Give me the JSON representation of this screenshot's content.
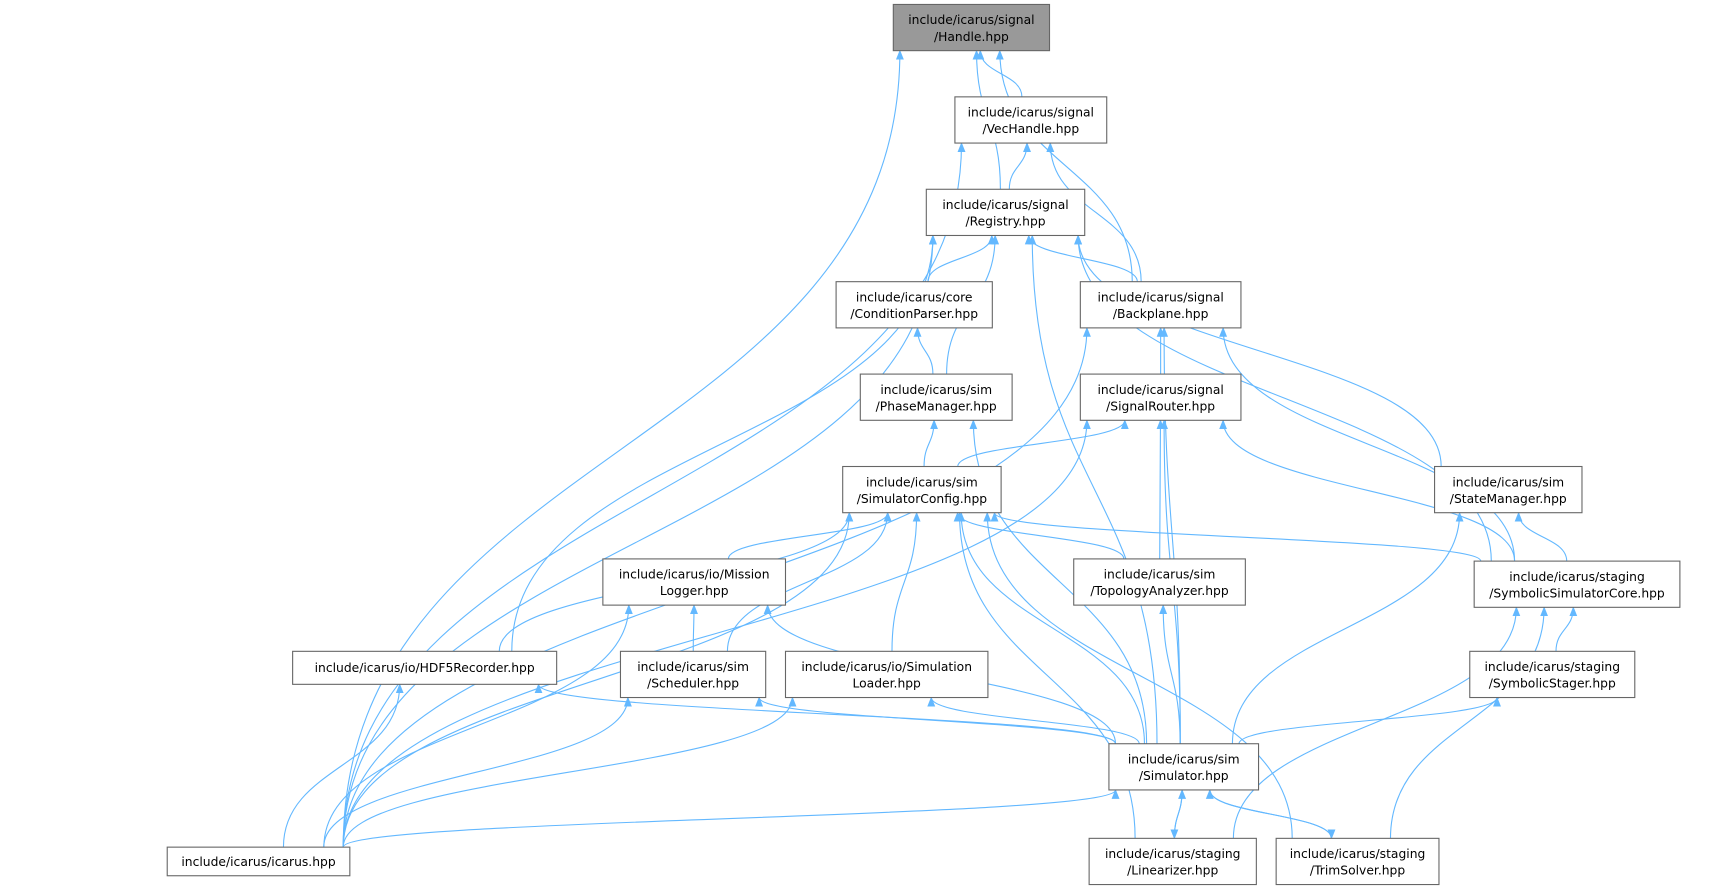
{
  "graph": {
    "nodes": [
      {
        "id": "handle",
        "lines": [
          "include/icarus/signal",
          "/Handle.hpp"
        ],
        "current": true
      },
      {
        "id": "vechandle",
        "lines": [
          "include/icarus/signal",
          "/VecHandle.hpp"
        ]
      },
      {
        "id": "registry",
        "lines": [
          "include/icarus/signal",
          "/Registry.hpp"
        ]
      },
      {
        "id": "condparser",
        "lines": [
          "include/icarus/core",
          "/ConditionParser.hpp"
        ]
      },
      {
        "id": "backplane",
        "lines": [
          "include/icarus/signal",
          "/Backplane.hpp"
        ]
      },
      {
        "id": "phasemgr",
        "lines": [
          "include/icarus/sim",
          "/PhaseManager.hpp"
        ]
      },
      {
        "id": "sigrouter",
        "lines": [
          "include/icarus/signal",
          "/SignalRouter.hpp"
        ]
      },
      {
        "id": "simconfig",
        "lines": [
          "include/icarus/sim",
          "/SimulatorConfig.hpp"
        ]
      },
      {
        "id": "statemgr",
        "lines": [
          "include/icarus/sim",
          "/StateManager.hpp"
        ]
      },
      {
        "id": "missionlog",
        "lines": [
          "include/icarus/io/Mission",
          "Logger.hpp"
        ]
      },
      {
        "id": "topology",
        "lines": [
          "include/icarus/sim",
          "/TopologyAnalyzer.hpp"
        ]
      },
      {
        "id": "symcore",
        "lines": [
          "include/icarus/staging",
          "/SymbolicSimulatorCore.hpp"
        ]
      },
      {
        "id": "hdf5",
        "lines": [
          "include/icarus/io/HDF5Recorder.hpp"
        ]
      },
      {
        "id": "scheduler",
        "lines": [
          "include/icarus/sim",
          "/Scheduler.hpp"
        ]
      },
      {
        "id": "simloader",
        "lines": [
          "include/icarus/io/Simulation",
          "Loader.hpp"
        ]
      },
      {
        "id": "symstager",
        "lines": [
          "include/icarus/staging",
          "/SymbolicStager.hpp"
        ]
      },
      {
        "id": "simulator",
        "lines": [
          "include/icarus/sim",
          "/Simulator.hpp"
        ]
      },
      {
        "id": "icarus",
        "lines": [
          "include/icarus/icarus.hpp"
        ]
      },
      {
        "id": "linearizer",
        "lines": [
          "include/icarus/staging",
          "/Linearizer.hpp"
        ]
      },
      {
        "id": "trimsolver",
        "lines": [
          "include/icarus/staging",
          "/TrimSolver.hpp"
        ]
      }
    ],
    "edges": [
      [
        "vechandle",
        "handle"
      ],
      [
        "registry",
        "handle"
      ],
      [
        "backplane",
        "handle"
      ],
      [
        "icarus",
        "handle"
      ],
      [
        "registry",
        "vechandle"
      ],
      [
        "backplane",
        "vechandle"
      ],
      [
        "icarus",
        "vechandle"
      ],
      [
        "condparser",
        "registry"
      ],
      [
        "backplane",
        "registry"
      ],
      [
        "phasemgr",
        "registry"
      ],
      [
        "hdf5",
        "registry"
      ],
      [
        "statemgr",
        "registry"
      ],
      [
        "symcore",
        "registry"
      ],
      [
        "simulator",
        "registry"
      ],
      [
        "icarus",
        "registry"
      ],
      [
        "phasemgr",
        "condparser"
      ],
      [
        "sigrouter",
        "backplane"
      ],
      [
        "icarus",
        "backplane"
      ],
      [
        "simulator",
        "backplane"
      ],
      [
        "symcore",
        "backplane"
      ],
      [
        "simconfig",
        "phasemgr"
      ],
      [
        "simulator",
        "phasemgr"
      ],
      [
        "simconfig",
        "sigrouter"
      ],
      [
        "topology",
        "sigrouter"
      ],
      [
        "simulator",
        "sigrouter"
      ],
      [
        "symcore",
        "sigrouter"
      ],
      [
        "icarus",
        "sigrouter"
      ],
      [
        "missionlog",
        "simconfig"
      ],
      [
        "hdf5",
        "simconfig"
      ],
      [
        "scheduler",
        "simconfig"
      ],
      [
        "simloader",
        "simconfig"
      ],
      [
        "simulator",
        "simconfig"
      ],
      [
        "topology",
        "simconfig"
      ],
      [
        "symcore",
        "simconfig"
      ],
      [
        "linearizer",
        "simconfig"
      ],
      [
        "trimsolver",
        "simconfig"
      ],
      [
        "icarus",
        "simconfig"
      ],
      [
        "symcore",
        "statemgr"
      ],
      [
        "simulator",
        "statemgr"
      ],
      [
        "scheduler",
        "missionlog"
      ],
      [
        "simulator",
        "missionlog"
      ],
      [
        "icarus",
        "missionlog"
      ],
      [
        "simulator",
        "topology"
      ],
      [
        "symstager",
        "symcore"
      ],
      [
        "linearizer",
        "symcore"
      ],
      [
        "trimsolver",
        "symcore"
      ],
      [
        "simulator",
        "hdf5"
      ],
      [
        "icarus",
        "hdf5"
      ],
      [
        "simulator",
        "scheduler"
      ],
      [
        "icarus",
        "scheduler"
      ],
      [
        "simulator",
        "simloader"
      ],
      [
        "icarus",
        "simloader"
      ],
      [
        "simulator",
        "symstager"
      ],
      [
        "icarus",
        "simulator"
      ],
      [
        "linearizer",
        "simulator"
      ],
      [
        "trimsolver",
        "simulator"
      ],
      [
        "simulator",
        "trimsolver"
      ],
      [
        "simulator",
        "linearizer"
      ]
    ],
    "colors": {
      "edge": "#63b8ff",
      "current_fill": "#999999",
      "border": "#666666"
    }
  }
}
